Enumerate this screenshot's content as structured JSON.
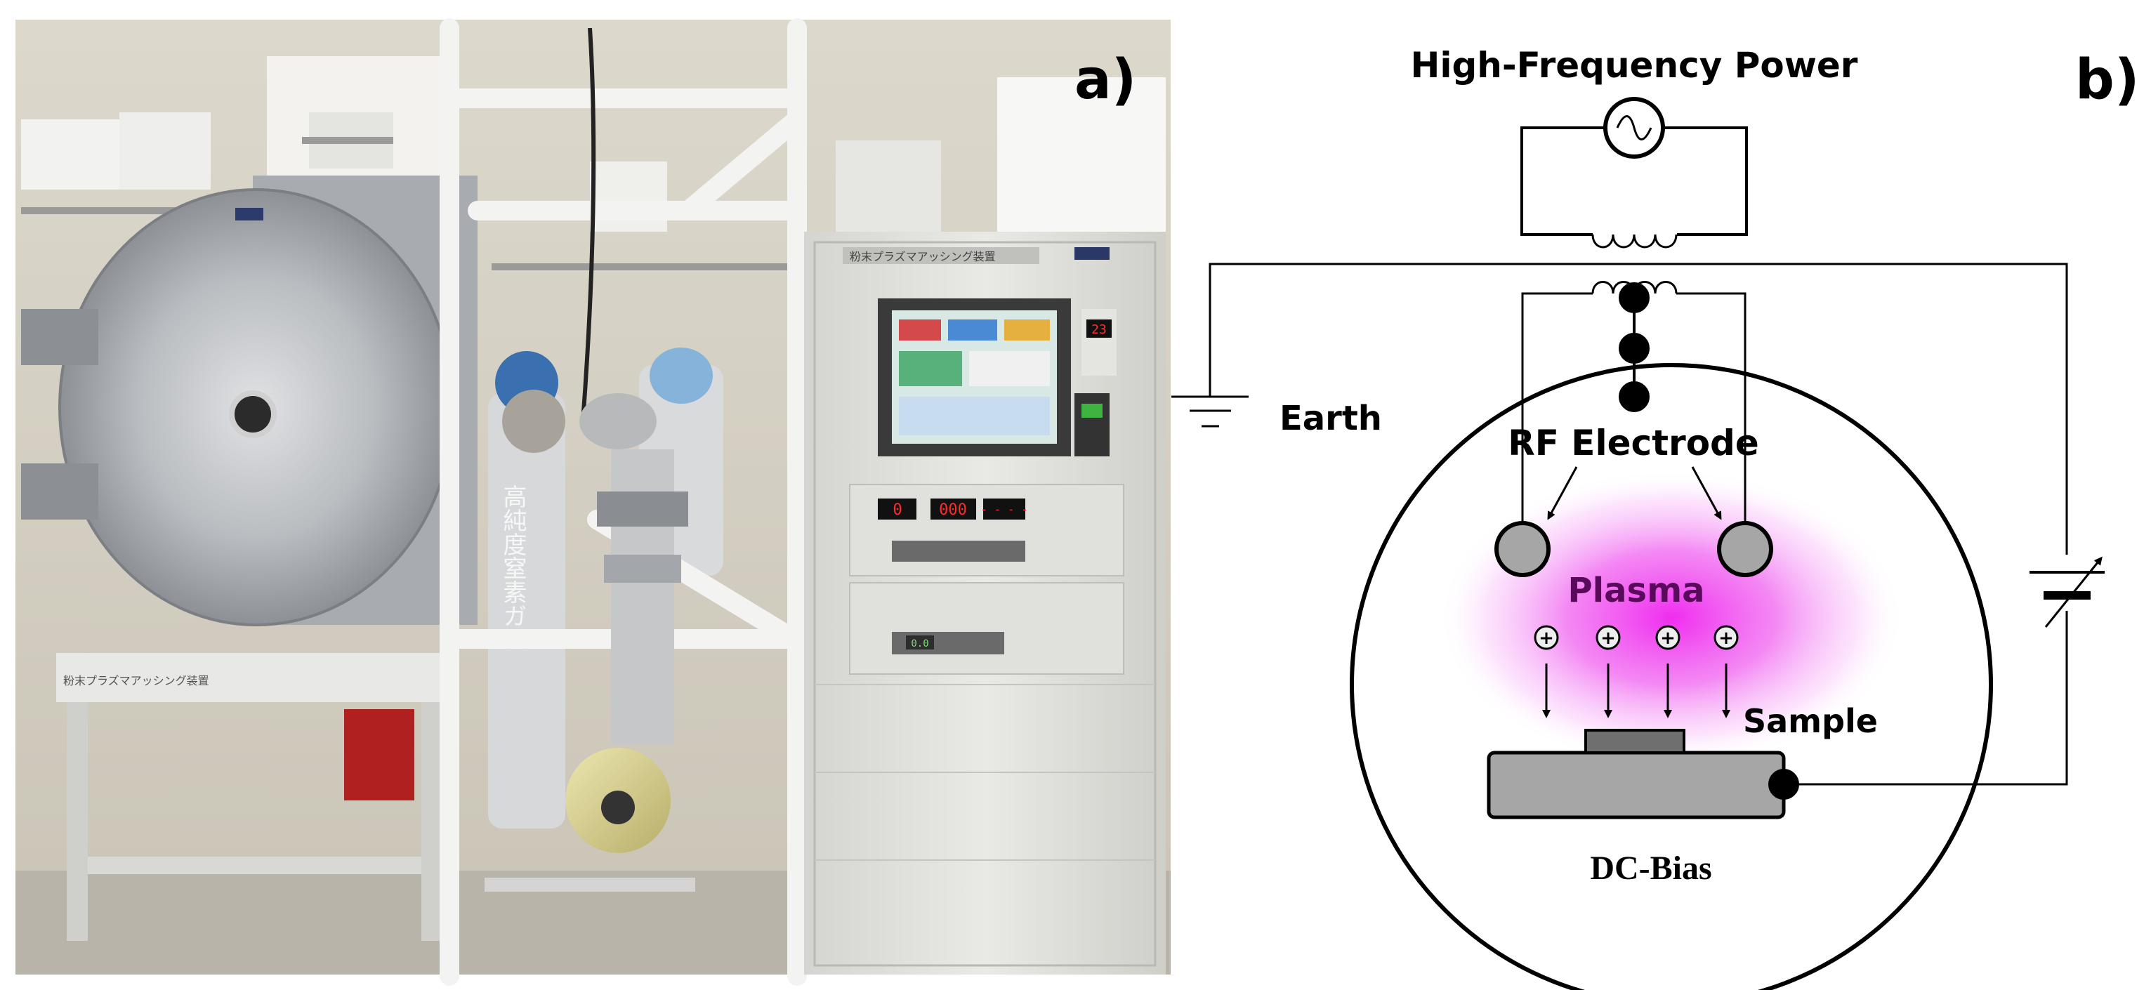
{
  "panel_a": {
    "label": "a)",
    "photo": {
      "rack_header_text": "粉末プラズマアッシング装置",
      "base_label_text": "粉末プラズマアッシング装置",
      "cylinder_vertical_text": "高純度窒素ガス",
      "led_left": "0",
      "led_mid": "000",
      "led_right": "- - - -",
      "small_display": "23",
      "lcd_small": "0.0"
    }
  },
  "panel_b": {
    "label": "b)",
    "power_label": "High-Frequency Power",
    "earth_label": "Earth",
    "electrode_label": "RF Electrode",
    "plasma_label": "Plasma",
    "sample_label": "Sample",
    "bias_label": "DC-Bias",
    "ion_symbol": "+",
    "colors": {
      "plasma": "#ee22ee",
      "electrode": "#a6a6a6",
      "stage": "#a6a6a6",
      "sample_block": "#6f6f6f",
      "line": "#000000"
    }
  }
}
